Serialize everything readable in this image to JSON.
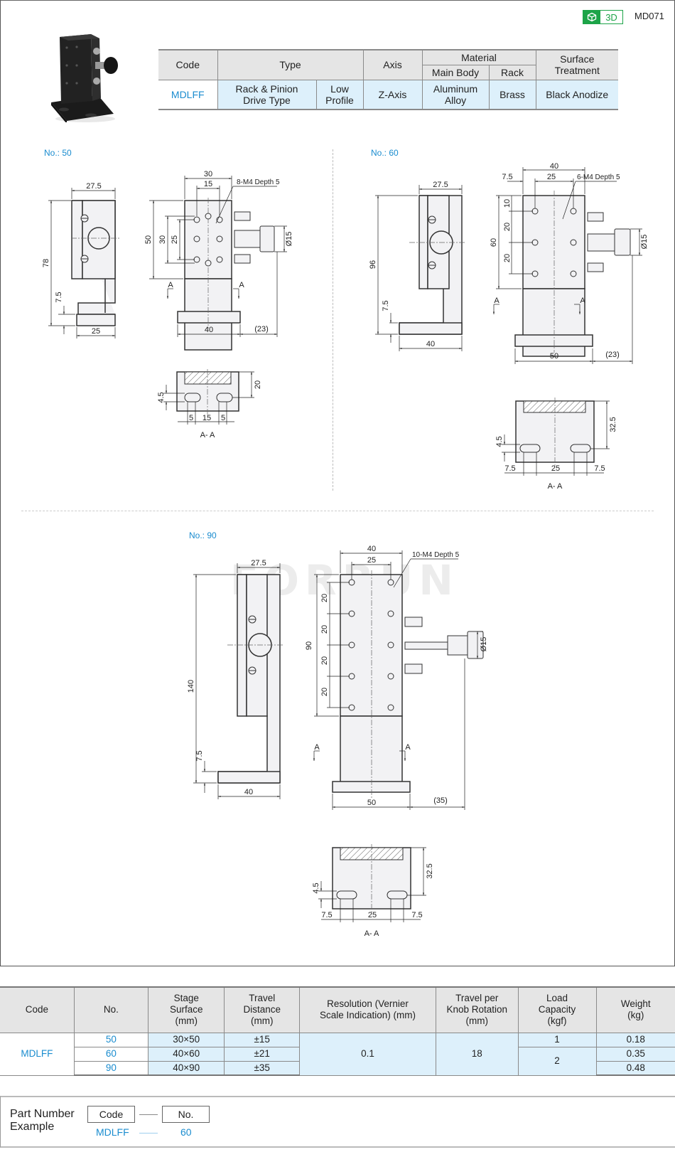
{
  "header": {
    "badge_3d_label": "3D",
    "badge_icon": "cube-icon",
    "model_code": "MD071",
    "accent_green": "#1da448",
    "accent_blue": "#1a8ccf"
  },
  "spec_table": {
    "headers": {
      "code": "Code",
      "type": "Type",
      "axis": "Axis",
      "material": "Material",
      "main_body": "Main Body",
      "rack": "Rack",
      "surface_treatment": "Surface Treatment"
    },
    "row": {
      "code": "MDLFF",
      "type_drive": "Rack & Pinion Drive Type",
      "type_profile": "Low Profile",
      "axis": "Z-Axis",
      "main_body": "Aluminum Alloy",
      "rack": "Brass",
      "surface_treatment": "Black Anodize"
    }
  },
  "drawings": {
    "no50": {
      "label": "No.: 50",
      "side": {
        "top_width": "27.5",
        "height": "78",
        "base_thickness": "7.5",
        "base_width": "25"
      },
      "front": {
        "width": "30",
        "hole_pitch_x": "15",
        "height": "50",
        "hole_pitch_y_outer": "30",
        "hole_pitch_y_inner": "25",
        "base_width": "40",
        "knob_offset": "(23)",
        "knob_dia": "Ø15",
        "holes_note": "8-M4 Depth 5",
        "section_mark": "A"
      },
      "section": {
        "title": "A- A",
        "slot_h": "4.5",
        "depth": "20",
        "dim_left": "5",
        "dim_mid": "15",
        "dim_right": "5"
      }
    },
    "no60": {
      "label": "No.: 60",
      "side": {
        "top_width": "27.5",
        "height": "96",
        "base_thickness": "7.5",
        "base_width": "40"
      },
      "front": {
        "width": "40",
        "edge_offset": "7.5",
        "hole_pitch_x": "25",
        "height": "60",
        "top_offset": "10",
        "pitch_y1": "20",
        "pitch_y2": "20",
        "base_width": "50",
        "knob_offset": "(23)",
        "knob_dia": "Ø15",
        "holes_note": "6-M4 Depth 5",
        "section_mark": "A"
      },
      "section": {
        "title": "A- A",
        "slot_h": "4.5",
        "depth": "32.5",
        "dim_left": "7.5",
        "dim_mid": "25",
        "dim_right": "7.5"
      }
    },
    "no90": {
      "label": "No.: 90",
      "watermark": "FORRUN",
      "side": {
        "top_width": "27.5",
        "height": "140",
        "base_thickness": "7.5",
        "base_width": "40"
      },
      "front": {
        "width": "40",
        "hole_pitch_x": "25",
        "height": "90",
        "pitch_y1": "20",
        "pitch_y2": "20",
        "pitch_y3": "20",
        "pitch_y4": "20",
        "base_width": "50",
        "knob_offset": "(35)",
        "knob_dia": "Ø15",
        "holes_note": "10-M4 Depth 5",
        "section_mark": "A"
      },
      "section": {
        "title": "A- A",
        "slot_h": "4.5",
        "depth": "32.5",
        "dim_left": "7.5",
        "dim_mid": "25",
        "dim_right": "7.5"
      }
    }
  },
  "data_table": {
    "headers": {
      "code": "Code",
      "no": "No.",
      "stage_surface": "Stage Surface (mm)",
      "travel_distance": "Travel Distance (mm)",
      "resolution": "Resolution (Vernier Scale Indication) (mm)",
      "travel_per_rotation": "Travel per Knob Rotation (mm)",
      "load_capacity": "Load Capacity (kgf)",
      "weight": "Weight (kg)"
    },
    "code": "MDLFF",
    "resolution": "0.1",
    "travel_per_rotation": "18",
    "rows": [
      {
        "no": "50",
        "stage_surface": "30×50",
        "travel": "±15",
        "load": "1",
        "weight": "0.18"
      },
      {
        "no": "60",
        "stage_surface": "40×60",
        "travel": "±21",
        "load": "2",
        "weight": "0.35"
      },
      {
        "no": "90",
        "stage_surface": "40×90",
        "travel": "±35",
        "load": "2",
        "weight": "0.48"
      }
    ]
  },
  "part_number_example": {
    "title_line1": "Part Number",
    "title_line2": "Example",
    "field_code": "Code",
    "field_no": "No.",
    "value_code": "MDLFF",
    "value_no": "60"
  }
}
